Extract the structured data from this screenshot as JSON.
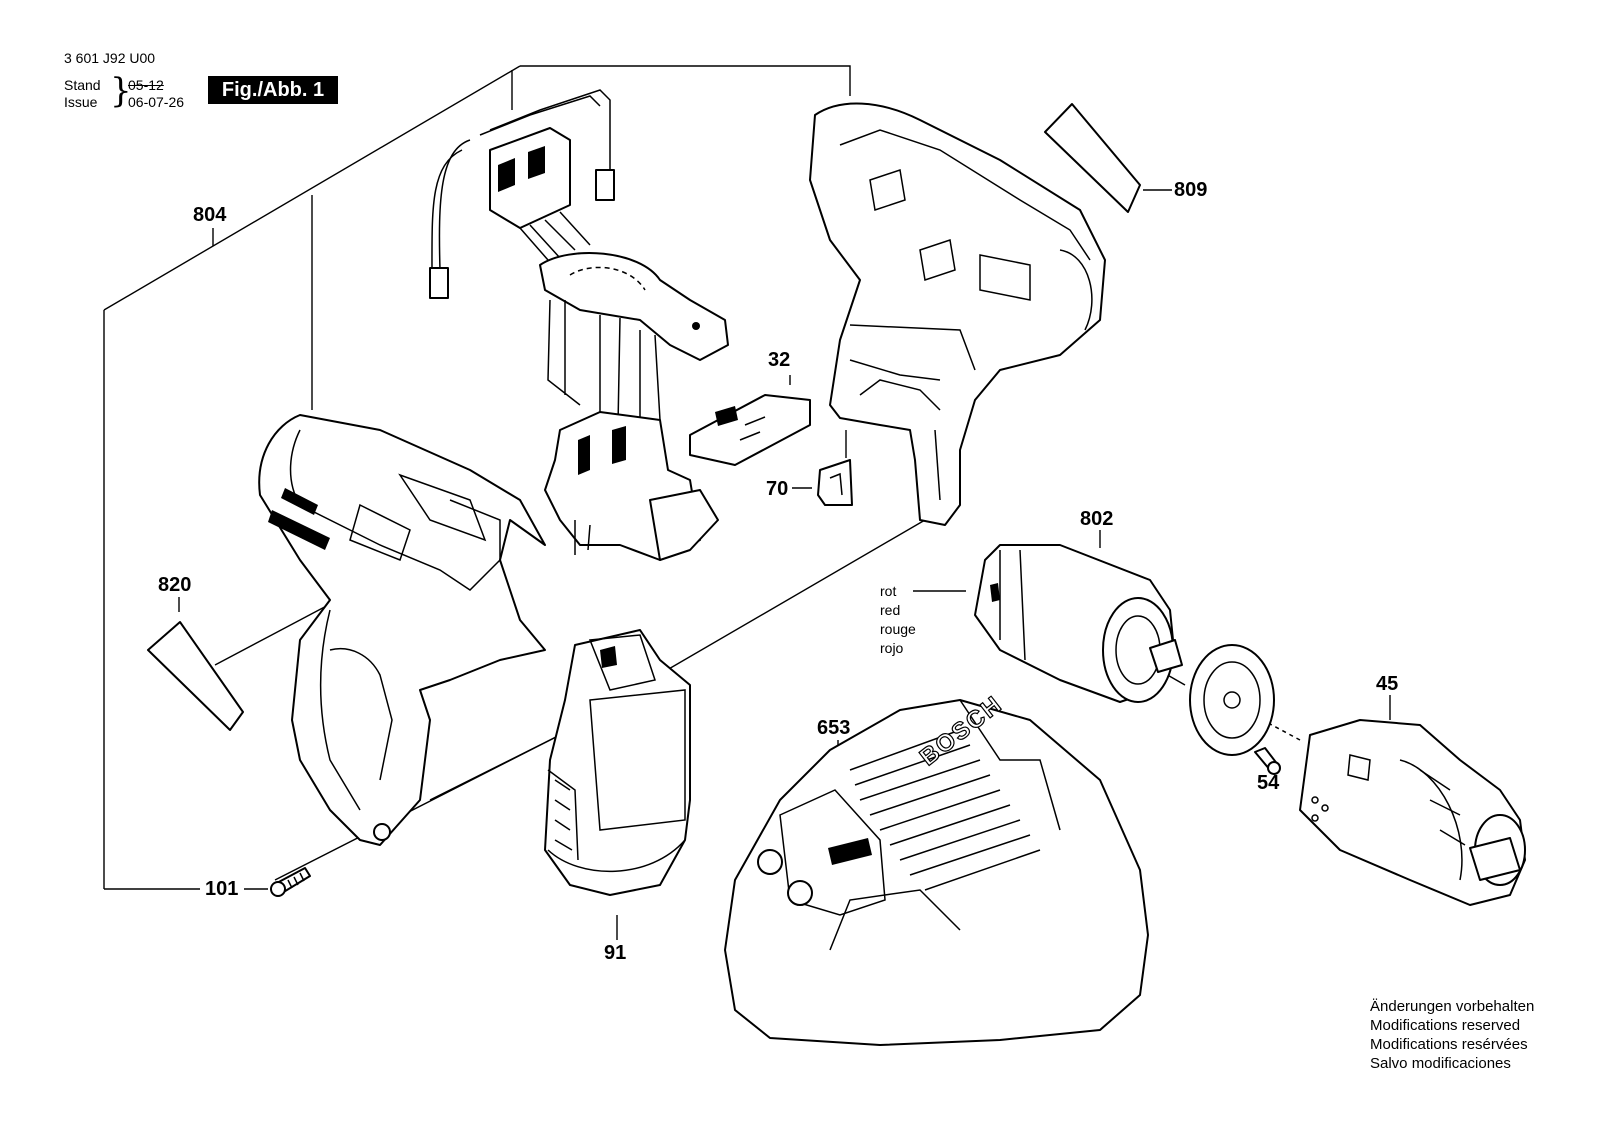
{
  "header": {
    "doc_number": "3 601 J92 U00",
    "stand_label": "Stand",
    "issue_label": "Issue",
    "stand_value_old": "05-12",
    "stand_value_new": "06-07-26",
    "figure_label": "Fig./Abb. 1"
  },
  "parts": {
    "p804": "804",
    "p809": "809",
    "p32": "32",
    "p70": "70",
    "p802": "802",
    "p820": "820",
    "p653": "653",
    "p45": "45",
    "p54": "54",
    "p101": "101",
    "p91": "91"
  },
  "wire_colors": [
    "rot",
    "red",
    "rouge",
    "rojo"
  ],
  "brand_mark": "BOSCH",
  "footer": [
    "Änderungen vorbehalten",
    "Modifications reserved",
    "Modifications resérvées",
    "Salvo modificaciones"
  ]
}
